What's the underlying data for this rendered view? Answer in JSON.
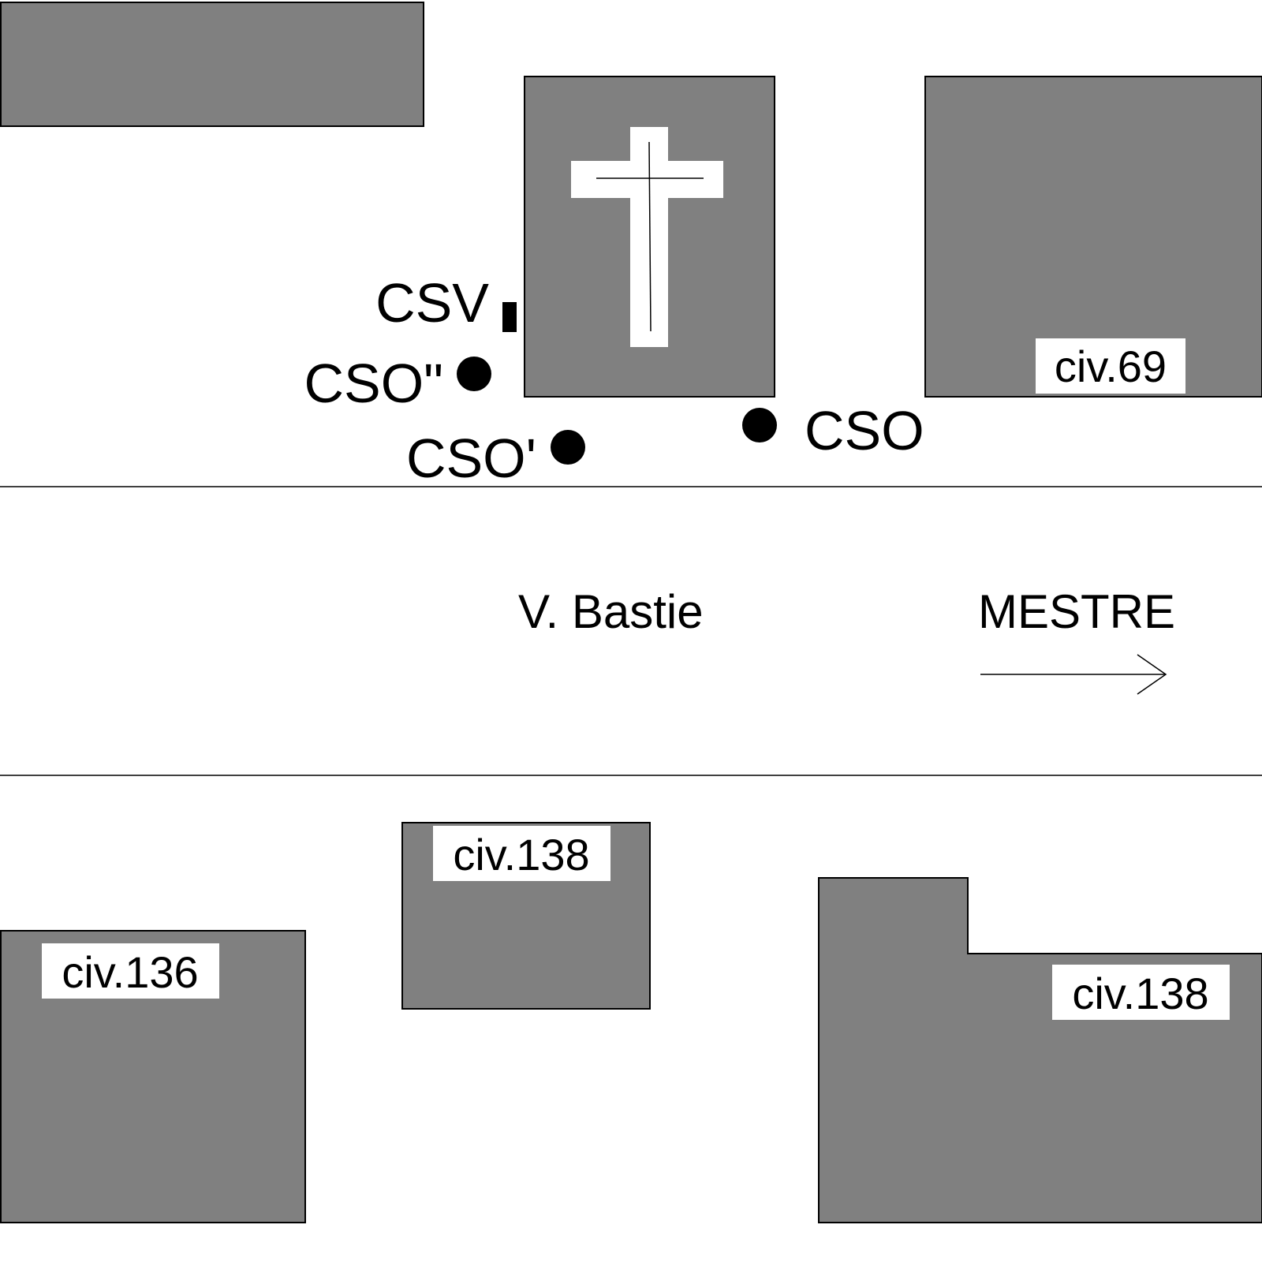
{
  "map": {
    "street_name": "V. Bastie",
    "direction_label": "MESTRE",
    "direction_icon": "arrow-right-icon",
    "colors": {
      "building": "#808080",
      "background": "#ffffff",
      "ink": "#000000"
    }
  },
  "points": [
    {
      "id": "csv",
      "label": "CSV",
      "marker": "rectangle"
    },
    {
      "id": "cso2",
      "label": "CSO\"",
      "marker": "dot"
    },
    {
      "id": "cso1",
      "label": "CSO'",
      "marker": "dot"
    },
    {
      "id": "cso",
      "label": "CSO",
      "marker": "dot"
    }
  ],
  "buildings": [
    {
      "id": "top-left",
      "label": ""
    },
    {
      "id": "church",
      "label": "",
      "icon": "cross-icon"
    },
    {
      "id": "civ69",
      "label": "civ.69"
    },
    {
      "id": "civ136",
      "label": "civ.136"
    },
    {
      "id": "civ138a",
      "label": "civ.138"
    },
    {
      "id": "civ138b",
      "label": "civ.138"
    }
  ]
}
